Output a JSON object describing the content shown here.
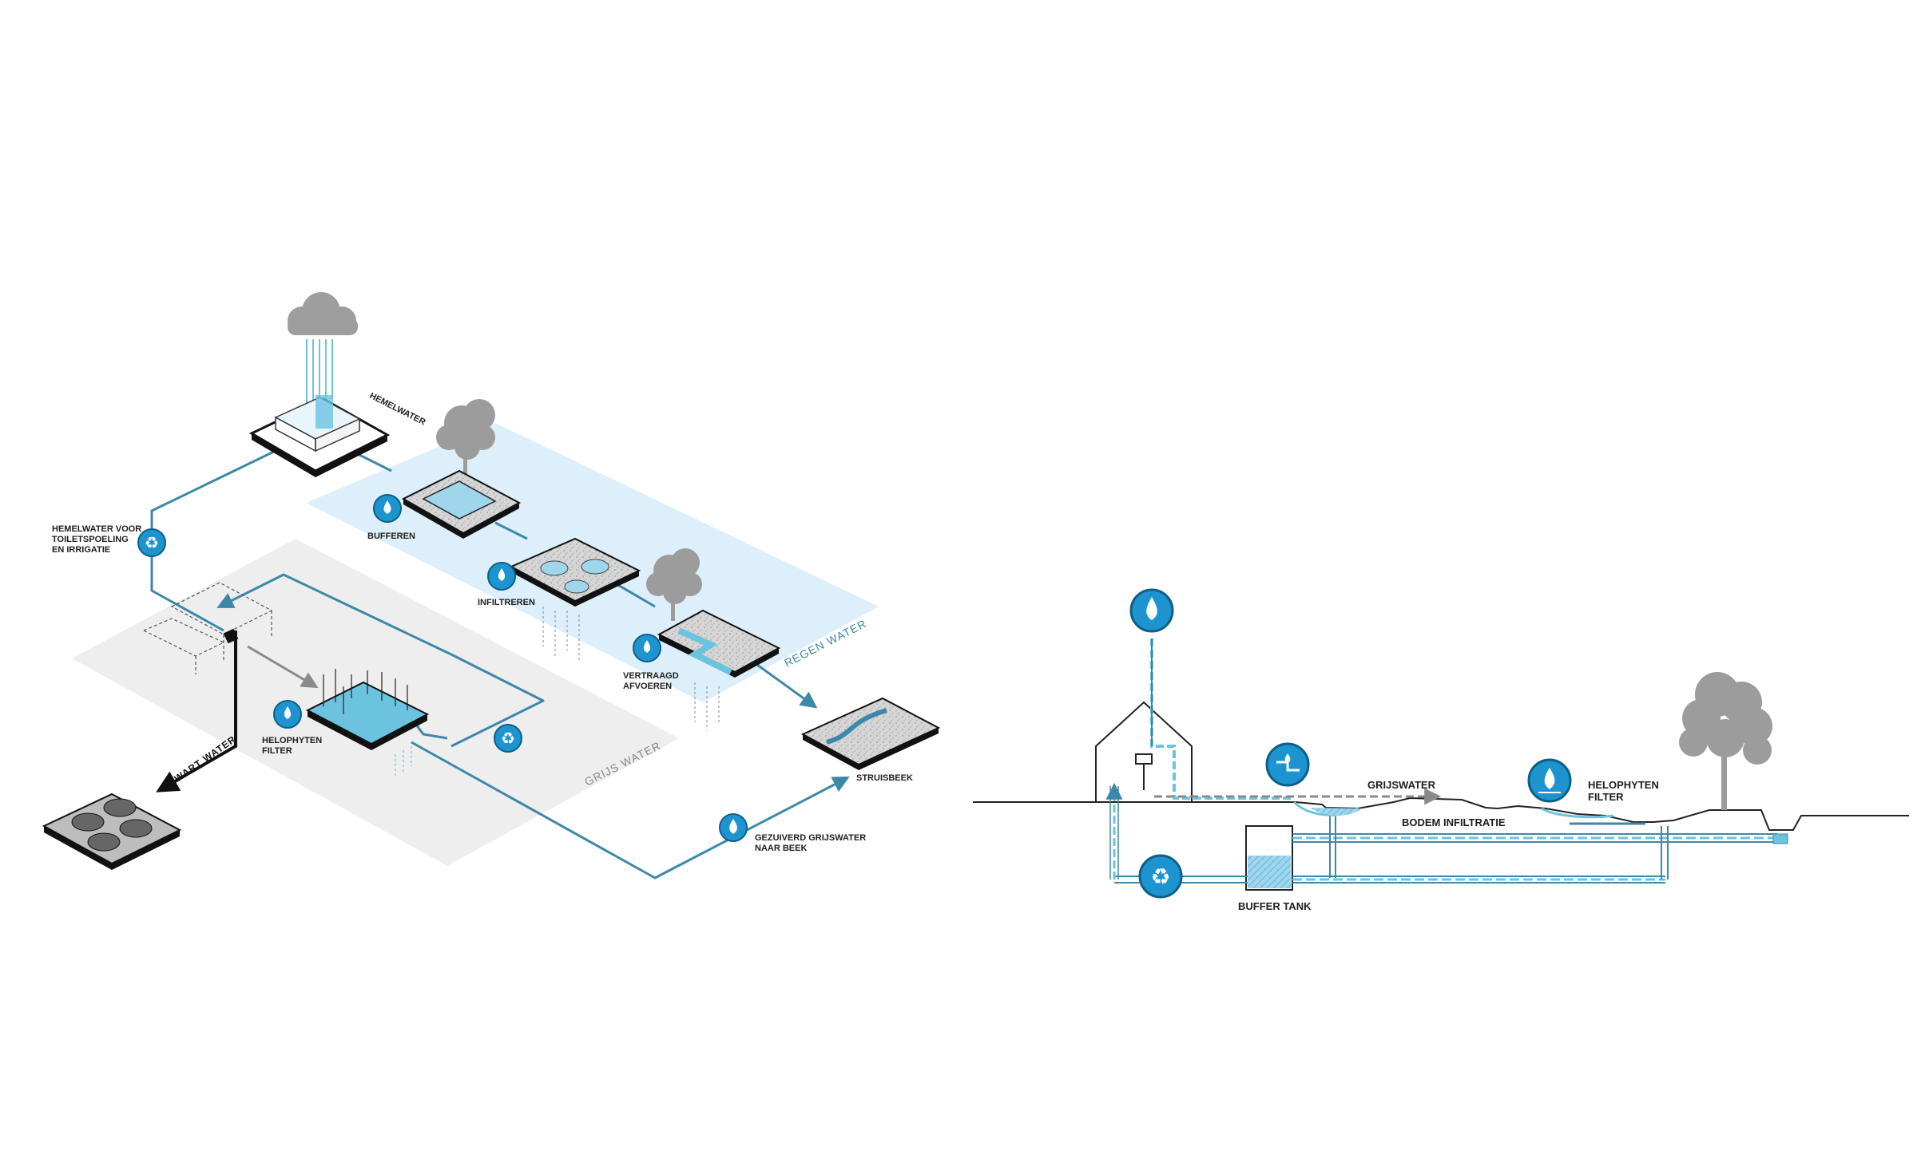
{
  "colors": {
    "water_blue": "#3d87a8",
    "light_blue": "#6cc3e0",
    "rain_zone": "#dceffa",
    "grey_zone": "#eeeeee",
    "icon_circle": "#1d94cf",
    "tree_grey": "#9c9c9c"
  },
  "iso": {
    "labels": {
      "hemelwater": "HEMELWATER",
      "hemelwater_voor_1": "HEMELWATER VOOR",
      "hemelwater_voor_2": "TOILETSPOELING",
      "hemelwater_voor_3": "EN IRRIGATIE",
      "bufferen": "BUFFEREN",
      "infiltreren": "INFILTREREN",
      "vertraagd_1": "VERTRAAGD",
      "vertraagd_2": "AFVOEREN",
      "helophyten_1": "HELOPHYTEN",
      "helophyten_2": "FILTER",
      "struisbeek": "STRUISBEEK",
      "gezuiverd_1": "GEZUIVERD GRIJSWATER",
      "gezuiverd_2": "NAAR BEEK"
    },
    "zones": {
      "regen": "REGEN WATER",
      "grijs": "GRIJS WATER",
      "zwart": "ZWART WATER"
    },
    "icons": [
      "recycle-icon",
      "basin-drop-icon",
      "infiltration-icon",
      "delay-icon",
      "filter-icon",
      "drop-icon"
    ]
  },
  "section": {
    "labels": {
      "grijswater": "GRIJSWATER",
      "bodem_infiltratie": "BODEM INFILTRATIE",
      "helophyten_1": "HELOPHYTEN",
      "helophyten_2": "FILTER",
      "buffer_tank": "BUFFER TANK"
    },
    "icons": [
      "drop-icon",
      "tap-basin-icon",
      "filter-drop-icon",
      "recycle-icon"
    ]
  }
}
